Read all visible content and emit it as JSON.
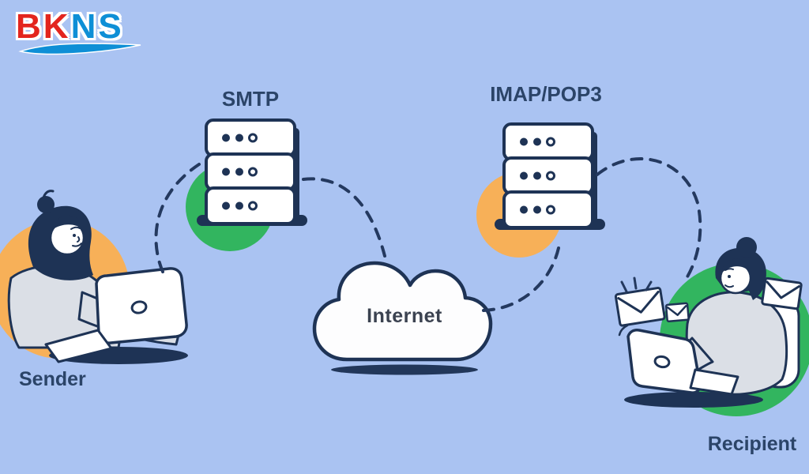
{
  "logo": {
    "part_red": "BK",
    "part_blue": "NS"
  },
  "labels": {
    "smtp": "SMTP",
    "imap_pop3": "IMAP/POP3",
    "internet": "Internet",
    "sender": "Sender",
    "recipient": "Recipient"
  },
  "icons": {
    "smtp_server": "server-stack-icon",
    "imap_server": "server-stack-icon",
    "internet": "cloud-icon",
    "mail": "envelope-icon",
    "sender_person": "person-at-laptop",
    "recipient_person": "person-at-laptop"
  },
  "colors": {
    "background": "#aac3f2",
    "outline_navy": "#1e3355",
    "dash_navy": "#24395f",
    "label_navy": "#2b4468",
    "internet_text": "#3b4250",
    "accent_green": "#32b55f",
    "accent_orange": "#f7b058",
    "logo_red": "#e3251e",
    "logo_blue": "#0e8fd6",
    "shirt_gray": "#dbdfe6",
    "white": "#ffffff"
  }
}
